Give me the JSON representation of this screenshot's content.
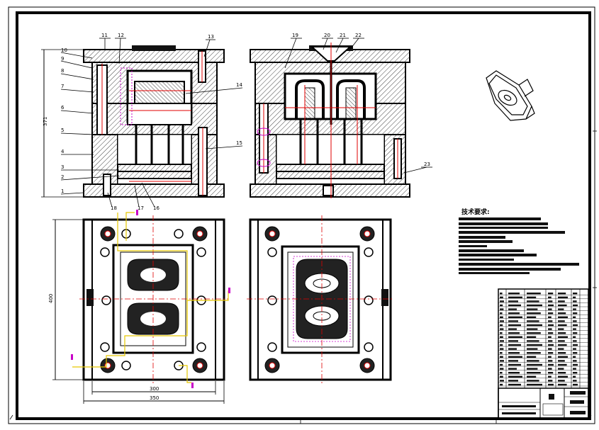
{
  "callouts_top_left": [
    "11",
    "12",
    "13",
    "10",
    "9",
    "8",
    "7",
    "14",
    "6",
    "5",
    "4",
    "15",
    "3",
    "2",
    "1",
    "18",
    "17",
    "16"
  ],
  "callouts_top_right": [
    "19",
    "20",
    "21",
    "22",
    "23"
  ],
  "dims": {
    "height": "371",
    "plate_height": "400",
    "inner_width": "300",
    "outer_width": "350"
  },
  "tech_title": "技术要求:",
  "colors": {
    "line": "#000000",
    "red": "#e00000",
    "yellow": "#e6c800",
    "magenta": "#c800c8",
    "hatch": "#333333"
  }
}
